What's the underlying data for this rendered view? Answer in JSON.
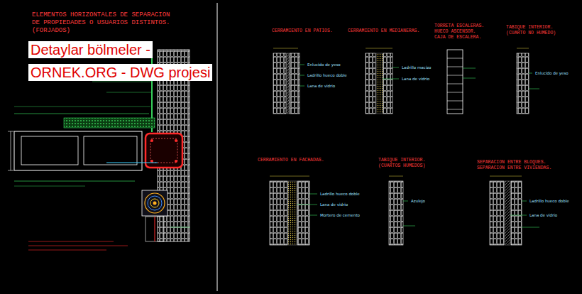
{
  "diagram": {
    "title": "ELEMENTOS HORIZONTALES DE SEPARACION DE PROPIEDADES O USUARIOS DISTINTOS. (FORJADOS)",
    "labels": [
      "Detaylar bölmeler -",
      "ORNEK.ORG - DWG projesi",
      "CERRAMIENTO EN PATIOS.",
      "CERRAMIENTO EN MEDIANERAS.",
      "TORRETA ESCALERAS. HUECO ASCENSOR. CAJA DE ESCALERA.",
      "TABIQUE INTERIOR. (CUARTO NO HUMEDO)",
      "CERRAMIENTO EN FACHADAS.",
      "TABIQUE INTERIOR. (CUARTOS HUMEDOS)",
      "SEPARACION ENTRE BLOQUES. SEPARACION ENTRE VIVIENDAS.",
      "Enlucido de yeso",
      "Ladrillo hueco doble",
      "Lana de vidrio",
      "Ladrillo macizo",
      "Lana de vidrio",
      "Enlucido de yeso",
      "Ladrillo hueco doble",
      "Lana de vidrio",
      "Mortero de cemento",
      "Azulejo",
      "Ladrillo hueco doble",
      "Lana de vidrio"
    ]
  }
}
